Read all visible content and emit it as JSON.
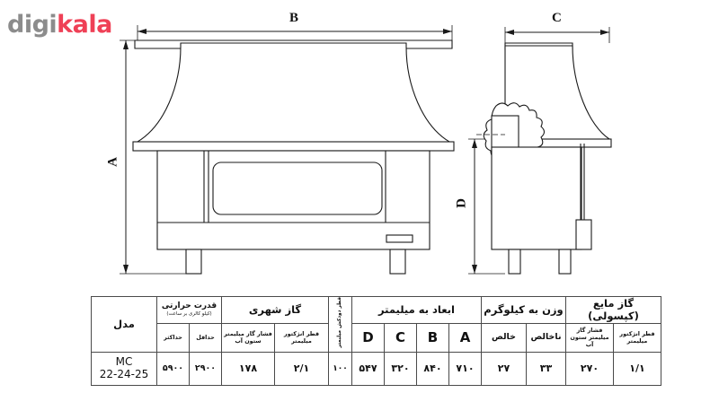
{
  "watermark": {
    "part1": "digi",
    "part2": "kala",
    "color1": "#8c8c8c",
    "color2": "#ef4056"
  },
  "drawing": {
    "front_view": {
      "dim_width_label": "B",
      "dim_height_label": "A"
    },
    "side_view": {
      "dim_width_label": "C",
      "dim_height_label": "D"
    }
  },
  "table": {
    "groups": {
      "liquid_gas": "گاز مایع (کپسولی)",
      "weight_kg": "وزن به کیلوگرم",
      "dimensions_mm": "ابعاد به میلیمتر",
      "flue_diameter": "قطر دودکش میلیمتر",
      "city_gas": "گاز شهری",
      "heat_power": "قدرت حرارتی",
      "heat_power_unit": "(کیلو کالری بر ساعت)",
      "model": "مدل"
    },
    "subheaders": {
      "liquid_nozzle_dia": "قطر انژکتور میلیمتر",
      "liquid_pressure": "فشار گاز میلیمتر ستون آب",
      "weight_gross": "ناخالص",
      "weight_net": "خالص",
      "dim_a": "A",
      "dim_b": "B",
      "dim_c": "C",
      "dim_d": "D",
      "city_nozzle_dia": "قطر انژکتور میلیمتر",
      "city_pressure": "فشار گاز میلیمتر ستون آب",
      "power_min": "حداقل",
      "power_max": "حداکثر"
    },
    "values": {
      "liquid_nozzle_dia": "۱/۱",
      "liquid_pressure": "۲۷۰",
      "weight_gross": "۳۳",
      "weight_net": "۲۷",
      "dim_a": "۷۱۰",
      "dim_b": "۸۴۰",
      "dim_c": "۳۲۰",
      "dim_d": "۵۴۷",
      "flue_diameter": "۱۰۰",
      "city_nozzle_dia": "۲/۱",
      "city_pressure": "۱۷۸",
      "power_min": "۲۹۰۰",
      "power_max": "۵۹۰۰",
      "model": "MC 22-24-25"
    },
    "colors": {
      "red_text": "#e02020",
      "border": "#4a4a4a"
    }
  }
}
